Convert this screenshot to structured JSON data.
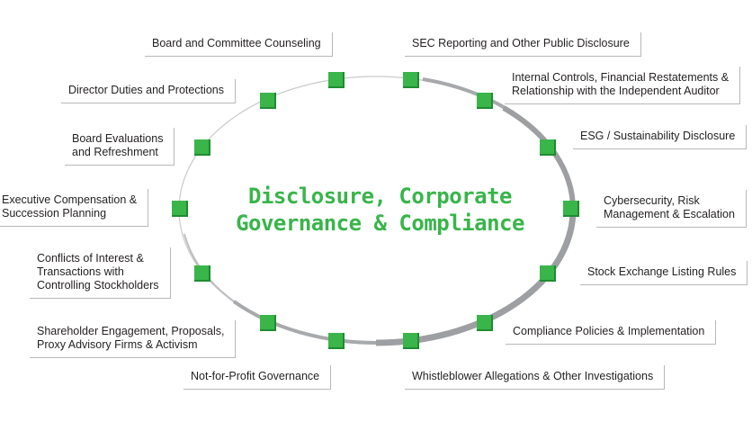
{
  "diagram": {
    "title_lines": [
      "Disclosure, Corporate",
      "Governance & Compliance"
    ],
    "colors": {
      "accent_green": "#39b54a",
      "ring_gray": "#9d9fa2",
      "label_border": "#b8b8b8",
      "text": "#231f20"
    },
    "topics": [
      {
        "id": "board-committee-counseling",
        "lines": [
          "Board and Committee Counseling"
        ]
      },
      {
        "id": "sec-reporting",
        "lines": [
          "SEC Reporting and Other Public Disclosure"
        ]
      },
      {
        "id": "director-duties",
        "lines": [
          "Director Duties and Protections"
        ]
      },
      {
        "id": "internal-controls",
        "lines": [
          "Internal Controls, Financial Restatements &",
          "Relationship with the Independent Auditor"
        ]
      },
      {
        "id": "board-evaluations",
        "lines": [
          "Board Evaluations",
          "and Refreshment"
        ]
      },
      {
        "id": "esg-disclosure",
        "lines": [
          "ESG / Sustainability Disclosure"
        ]
      },
      {
        "id": "executive-compensation",
        "lines": [
          "Executive Compensation &",
          "Succession Planning"
        ]
      },
      {
        "id": "cybersecurity",
        "lines": [
          "Cybersecurity, Risk",
          "Management & Escalation"
        ]
      },
      {
        "id": "conflicts-of-interest",
        "lines": [
          "Conflicts of Interest &",
          "Transactions with",
          "Controlling Stockholders"
        ]
      },
      {
        "id": "stock-exchange-rules",
        "lines": [
          "Stock Exchange Listing Rules"
        ]
      },
      {
        "id": "shareholder-engagement",
        "lines": [
          "Shareholder Engagement, Proposals,",
          "Proxy Advisory Firms & Activism"
        ]
      },
      {
        "id": "compliance-policies",
        "lines": [
          "Compliance Policies & Implementation"
        ]
      },
      {
        "id": "not-for-profit",
        "lines": [
          "Not-for-Profit Governance"
        ]
      },
      {
        "id": "whistleblower",
        "lines": [
          "Whistleblower Allegations & Other Investigations"
        ]
      }
    ]
  }
}
